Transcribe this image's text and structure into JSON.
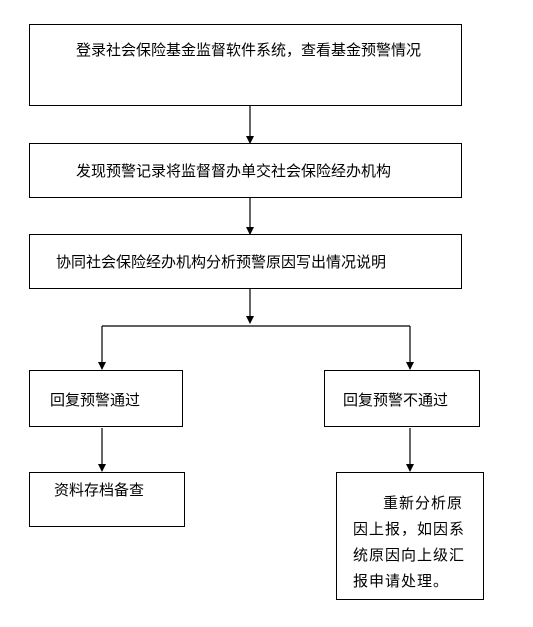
{
  "flowchart": {
    "step1": "登录社会保险基金监督软件系统，查看基金预警情况",
    "step2": "发现预警记录将监督督办单交社会保险经办机构",
    "step3": "协同社会保险经办机构分析预警原因写出情况说明",
    "branch_pass": "回复预警通过",
    "branch_fail": "回复预警不通过",
    "pass_result": "资料存档备查",
    "fail_result": "重新分析原因上报，如因系统原因向上级汇报申请处理。"
  }
}
